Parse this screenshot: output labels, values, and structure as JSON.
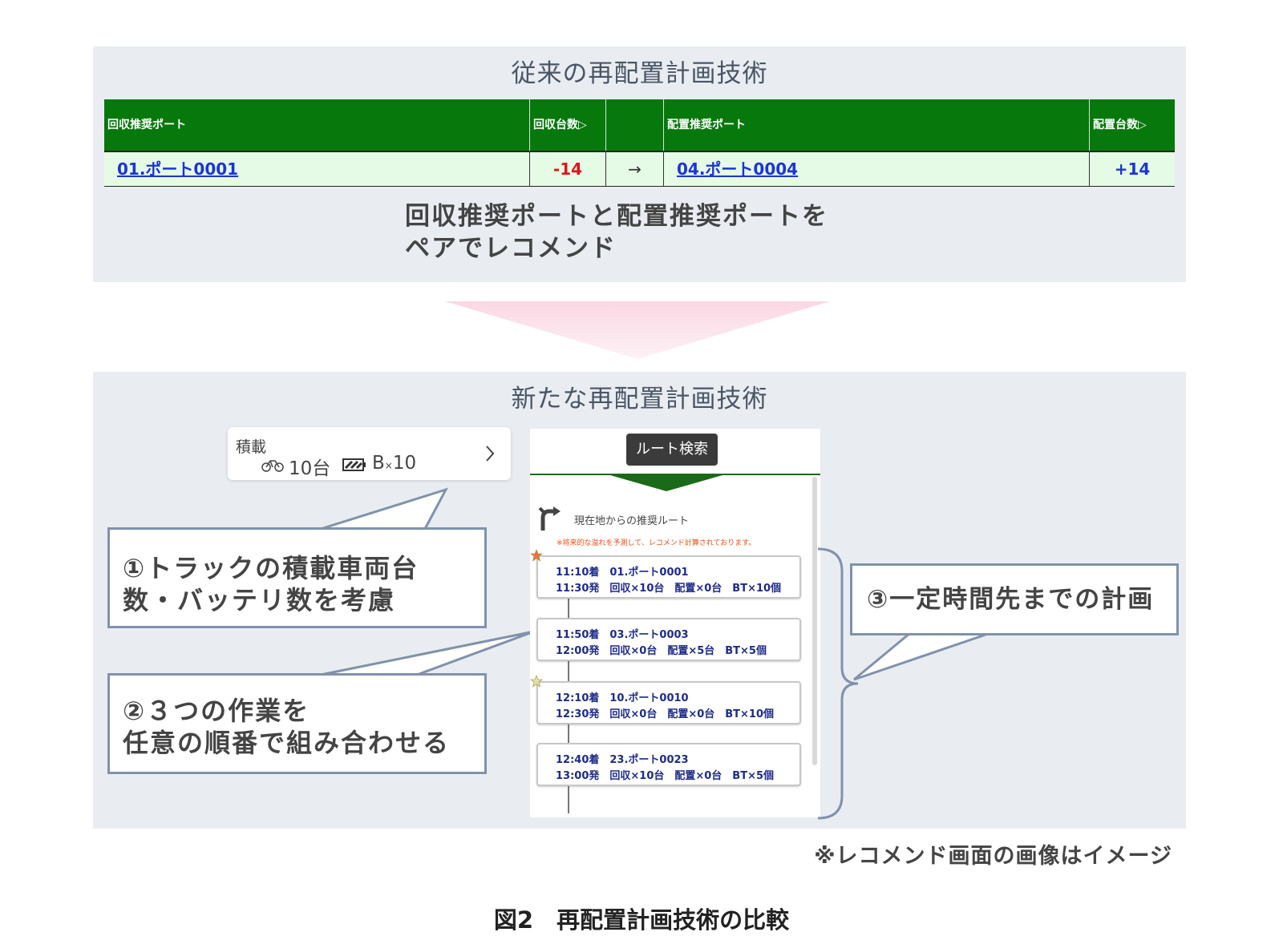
{
  "old_section": {
    "title": "従来の再配置計画技術",
    "table": {
      "headers": [
        "回収推奨ポート",
        "回収台数▷",
        "配置推奨ポート",
        "配置台数▷"
      ],
      "row": {
        "collect_port": "01.ポート0001",
        "collect_count": "-14",
        "arrow": "→",
        "deploy_port": "04.ポート0004",
        "deploy_count": "+14"
      }
    },
    "caption_line1": "回収推奨ポートと配置推奨ポートを",
    "caption_line2": "ペアでレコメンド"
  },
  "new_section": {
    "title": "新たな再配置計画技術",
    "load_tile": {
      "label": "積載",
      "bike_count": "10台",
      "battery_prefix": "B",
      "battery_mult": "×",
      "battery_count": "10"
    },
    "callout1_line1": "①トラックの積載車両台",
    "callout1_line2": "数・バッテリ数を考慮",
    "callout2_line1": "②３つの作業を",
    "callout2_line2": "任意の順番で組み合わせる",
    "callout3": "③一定時間先までの計画",
    "phone": {
      "route_button": "ルート検索",
      "route_header": "現在地からの推奨ルート",
      "note": "※将来的な溢れを予測して、レコメンド計算されております。",
      "stops": [
        {
          "line1": "11:10着　01.ポート0001",
          "line2": "11:30発　回収×10台　配置×0台　BT×10個",
          "star": true
        },
        {
          "line1": "11:50着　03.ポート0003",
          "line2": "12:00発　回収×0台　配置×5台　BT×5個",
          "star": false
        },
        {
          "line1": "12:10着　10.ポート0010",
          "line2": "12:30発　回収×0台　配置×0台　BT×10個",
          "star": true
        },
        {
          "line1": "12:40着　23.ポート0023",
          "line2": "13:00発　回収×10台　配置×0台　BT×5個",
          "star": false
        }
      ]
    }
  },
  "footnote": "※レコメンド画面の画像はイメージ",
  "figure_caption": "図2　再配置計画技術の比較",
  "colors": {
    "panel_bg": "#e9edf2",
    "header_green": "#07780c",
    "row_green": "#e6fbe6",
    "callout_border": "#8092ab",
    "arrow_pink": "#fde4ec",
    "link_blue": "#1a35d6",
    "negative_red": "#e0141a"
  }
}
